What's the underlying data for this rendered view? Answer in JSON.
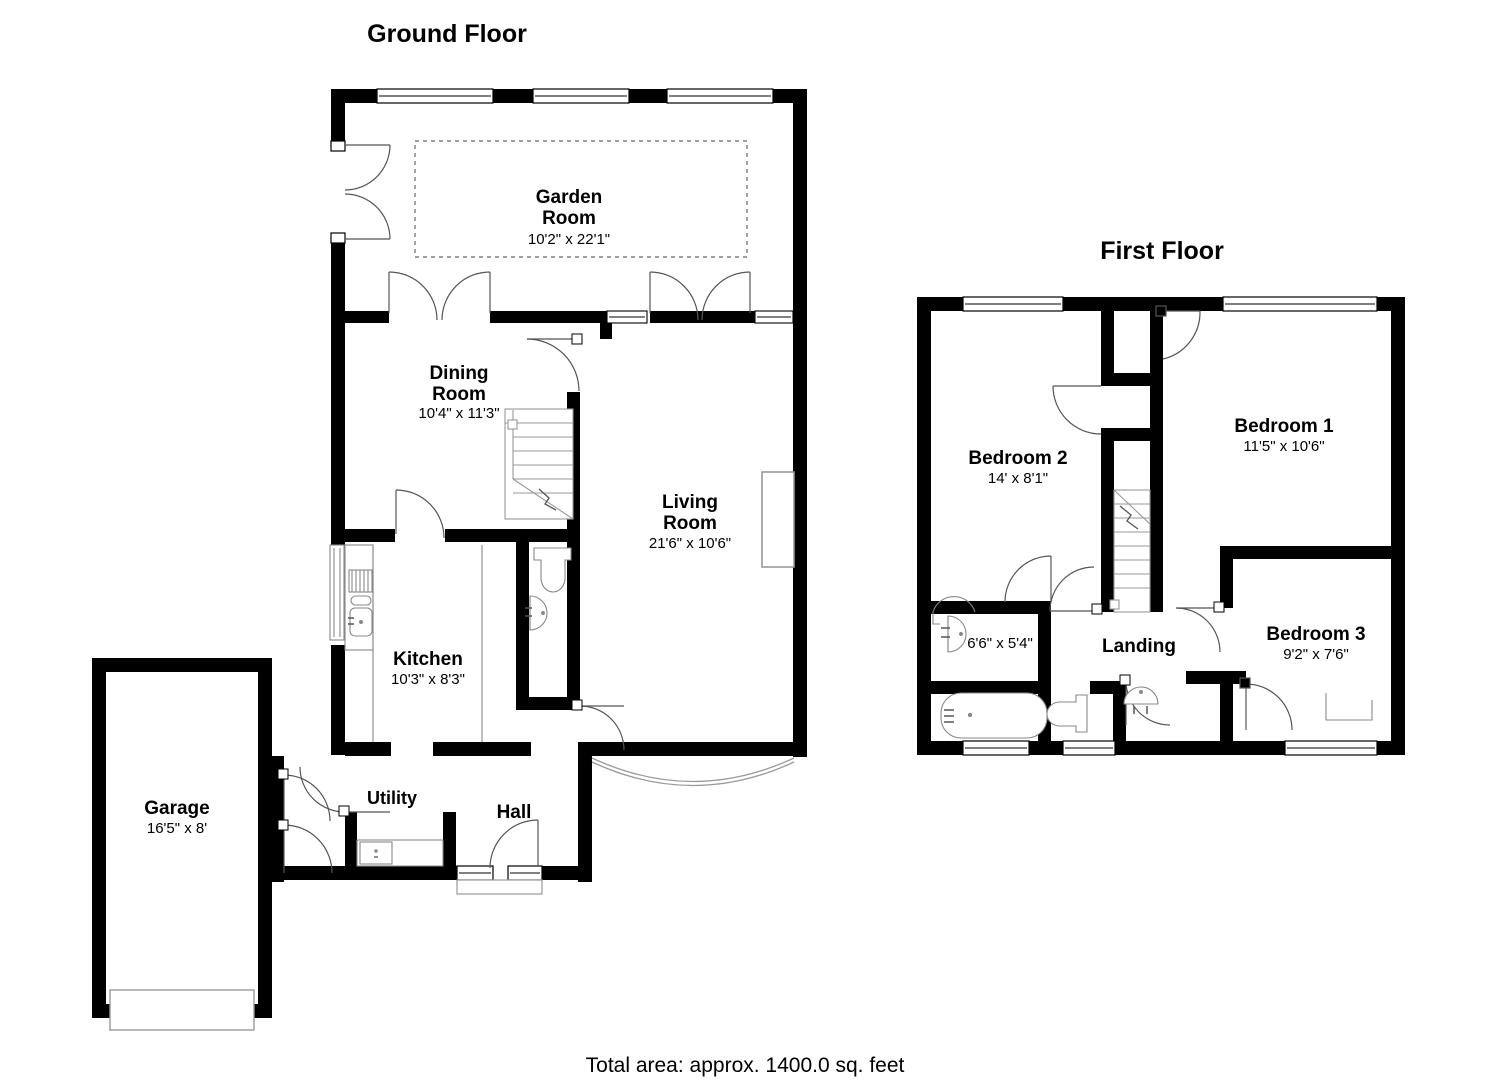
{
  "document": {
    "type": "floor-plan",
    "footer": "Total area: approx. 1400.0 sq. feet",
    "colors": {
      "wall": "#000000",
      "background": "#ffffff",
      "fixture_line": "#888888",
      "door_swing": "#555555",
      "text": "#000000"
    }
  },
  "floors": [
    {
      "id": "ground",
      "title": "Ground Floor",
      "rooms": [
        {
          "name": "Garden Room",
          "name_line1": "Garden",
          "name_line2": "Room",
          "dimensions": "10'2\" x 22'1\""
        },
        {
          "name": "Dining Room",
          "name_line1": "Dining",
          "name_line2": "Room",
          "dimensions": "10'4\" x 11'3\""
        },
        {
          "name": "Living Room",
          "name_line1": "Living",
          "name_line2": "Room",
          "dimensions": "21'6\" x 10'6\""
        },
        {
          "name": "Kitchen",
          "name_line1": "Kitchen",
          "name_line2": "",
          "dimensions": "10'3\" x 8'3\""
        },
        {
          "name": "Utility",
          "name_line1": "Utility",
          "name_line2": "",
          "dimensions": ""
        },
        {
          "name": "Hall",
          "name_line1": "Hall",
          "name_line2": "",
          "dimensions": ""
        },
        {
          "name": "Garage",
          "name_line1": "Garage",
          "name_line2": "",
          "dimensions": "16'5\" x 8'"
        }
      ]
    },
    {
      "id": "first",
      "title": "First Floor",
      "rooms": [
        {
          "name": "Bedroom 1",
          "name_line1": "Bedroom 1",
          "name_line2": "",
          "dimensions": "11'5\" x 10'6\""
        },
        {
          "name": "Bedroom 2",
          "name_line1": "Bedroom 2",
          "name_line2": "",
          "dimensions": "14' x 8'1\""
        },
        {
          "name": "Bedroom 3",
          "name_line1": "Bedroom 3",
          "name_line2": "",
          "dimensions": "9'2\" x 7'6\""
        },
        {
          "name": "Bathroom",
          "name_line1": "",
          "name_line2": "",
          "dimensions": "6'6\" x 5'4\""
        },
        {
          "name": "Landing",
          "name_line1": "Landing",
          "name_line2": "",
          "dimensions": ""
        }
      ]
    }
  ],
  "labels": {
    "ground_floor_title": "Ground Floor",
    "first_floor_title": "First Floor",
    "garden_room_l1": "Garden",
    "garden_room_l2": "Room",
    "garden_room_dim": "10'2\" x 22'1\"",
    "dining_room_l1": "Dining",
    "dining_room_l2": "Room",
    "dining_room_dim": "10'4\" x 11'3\"",
    "living_room_l1": "Living",
    "living_room_l2": "Room",
    "living_room_dim": "21'6\" x 10'6\"",
    "kitchen_l1": "Kitchen",
    "kitchen_dim": "10'3\" x 8'3\"",
    "utility_l1": "Utility",
    "hall_l1": "Hall",
    "garage_l1": "Garage",
    "garage_dim": "16'5\" x 8'",
    "bedroom1_l1": "Bedroom 1",
    "bedroom1_dim": "11'5\" x 10'6\"",
    "bedroom2_l1": "Bedroom 2",
    "bedroom2_dim": "14' x 8'1\"",
    "bedroom3_l1": "Bedroom 3",
    "bedroom3_dim": "9'2\" x 7'6\"",
    "bathroom_dim": "6'6\" x 5'4\"",
    "landing_l1": "Landing",
    "total_area": "Total area: approx. 1400.0 sq. feet"
  }
}
